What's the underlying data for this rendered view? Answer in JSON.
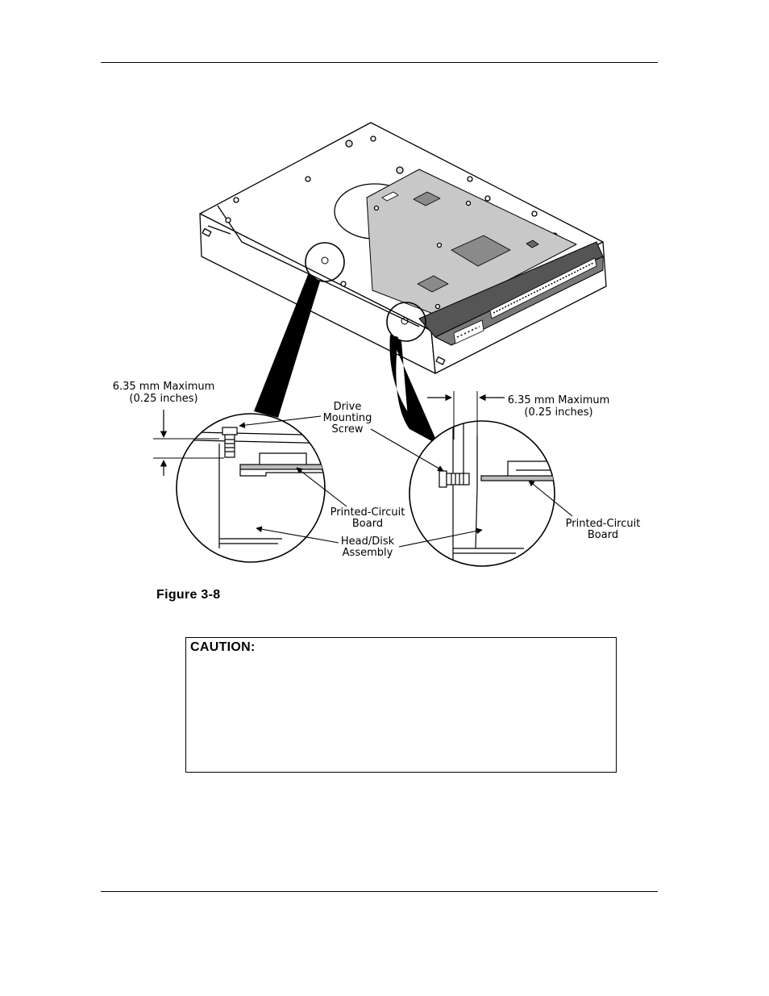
{
  "figure": {
    "caption": "Figure 3-8",
    "labels": {
      "left_dim_line1": "6.35 mm Maximum",
      "left_dim_line2": "(0.25 inches)",
      "right_dim_line1": "6.35 mm Maximum",
      "right_dim_line2": "(0.25 inches)",
      "screw_line1": "Drive",
      "screw_line2": "Mounting",
      "screw_line3": "Screw",
      "pcb_left_line1": "Printed-Circuit",
      "pcb_left_line2": "Board",
      "hda_line1": "Head/Disk",
      "hda_line2": "Assembly",
      "pcb_right_line1": "Printed-Circuit",
      "pcb_right_line2": "Board"
    }
  },
  "caution": {
    "title": "CAUTION:"
  }
}
